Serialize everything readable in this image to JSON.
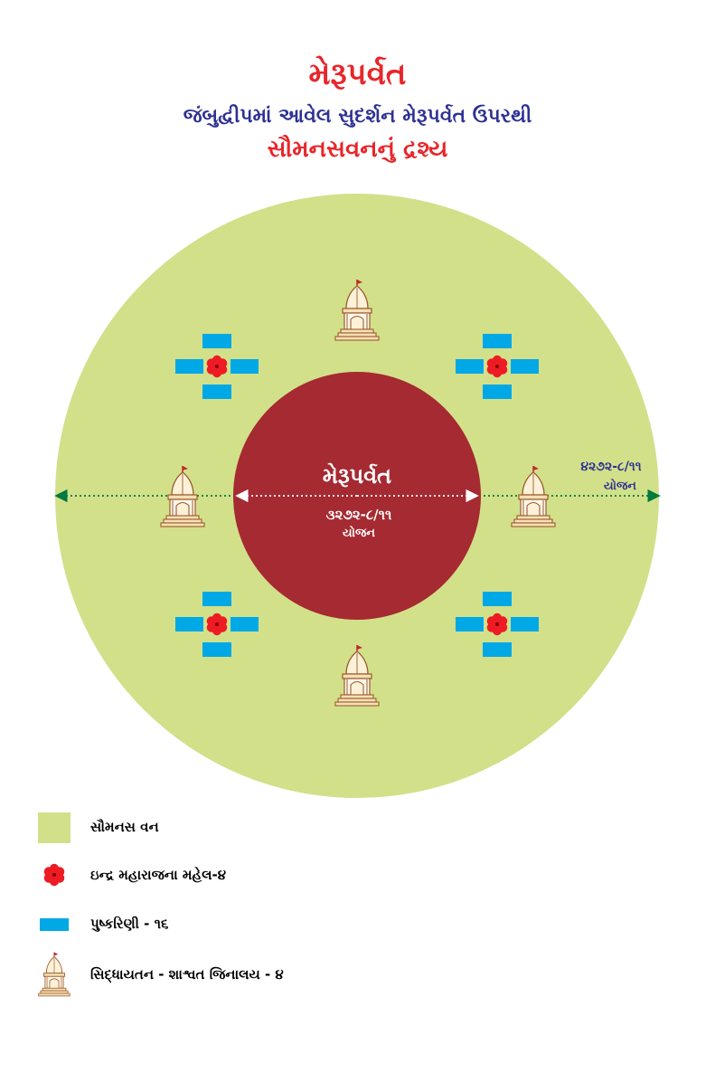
{
  "header": {
    "title": "મેરૂપર્વત",
    "subtitle": "જંબુદ્વીપમાં આવેલ સુદર્શન મેરૂપર્વત ઉપરથી",
    "subtitle2": "સૌમનસવનનું દ્રશ્ય"
  },
  "diagram": {
    "inner_label": "મેરૂપર્વત",
    "inner_measure": "૩૨૭૨-૮/૧૧",
    "inner_unit": "યોજન",
    "outer_measure": "૪૨૭૨-૮/૧૧",
    "outer_unit": "યોજન"
  },
  "legend": {
    "forest": "સૌમનસ વન",
    "palace": "ઇન્દ્ર મહારાજના મહેલ-૪",
    "pond": "પુષ્કરિણી - ૧૬",
    "temple": "સિદ્ધાયતન - શાશ્વત જિનાલય - ૪"
  },
  "colors": {
    "title_red": "#e8262b",
    "subtitle_blue": "#2e3192",
    "forest_green": "#d2e08a",
    "meru_maroon": "#a52a32",
    "pond_blue": "#00a8e6",
    "palace_red": "#ed1c24",
    "arrow_green": "#007a3d"
  }
}
